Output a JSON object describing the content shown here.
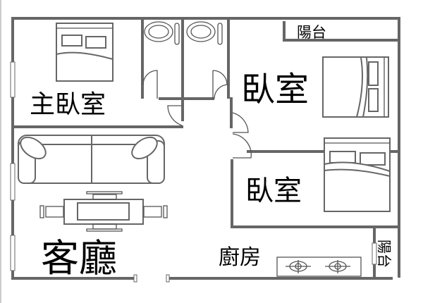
{
  "floorplan": {
    "rooms": {
      "master_bedroom": "主臥室",
      "bedroom_1": "臥室",
      "bedroom_2": "臥室",
      "living_room": "客廳",
      "kitchen": "廚房",
      "balcony_top": "陽台",
      "balcony_side": "陽台"
    }
  }
}
